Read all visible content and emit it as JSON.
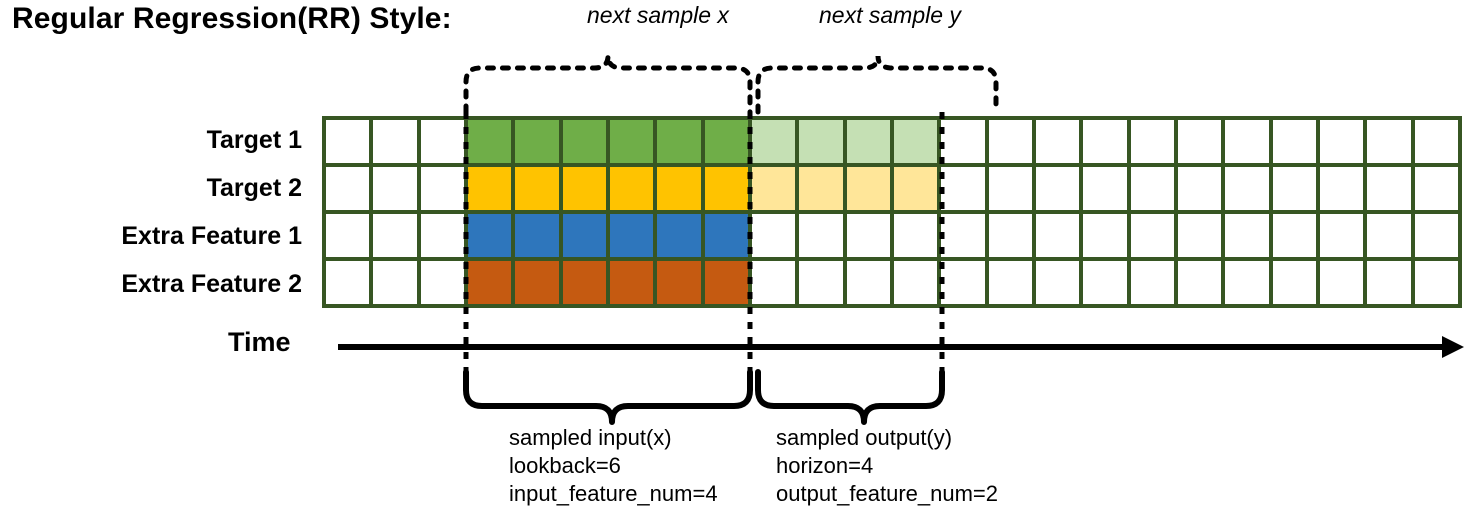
{
  "title": "Regular Regression(RR) Style:",
  "rows": [
    {
      "label": "Target 1",
      "name": "target-1"
    },
    {
      "label": "Target 2",
      "name": "target-2"
    },
    {
      "label": "Extra Feature 1",
      "name": "extra-feature-1"
    },
    {
      "label": "Extra Feature 2",
      "name": "extra-feature-2"
    }
  ],
  "axis": {
    "label": "Time"
  },
  "annotations": {
    "top": [
      {
        "text": "next sample x",
        "name": "next-sample-x"
      },
      {
        "text": "next sample y",
        "name": "next-sample-y"
      }
    ],
    "bottom": [
      {
        "name": "sampled-input",
        "line1": "sampled input(x)",
        "line2": "lookback=6",
        "line3": "input_feature_num=4"
      },
      {
        "name": "sampled-output",
        "line1": "sampled output(y)",
        "line2": "horizon=4",
        "line3": "output_feature_num=2"
      }
    ]
  },
  "colors": {
    "border": "#375623",
    "green": "#6fae48",
    "green_light": "#c5e0b4",
    "gold": "#ffc300",
    "gold_light": "#ffe699",
    "blue": "#2e76bc",
    "orange": "#c55a11",
    "empty": "#ffffff",
    "ink": "#000000"
  },
  "chart_data": {
    "type": "heatmap",
    "title": "Regular Regression(RR) Style:",
    "columns": 24,
    "rows": 4,
    "row_labels": [
      "Target 1",
      "Target 2",
      "Extra Feature 1",
      "Extra Feature 2"
    ],
    "lookback": 6,
    "horizon": 4,
    "input_feature_num": 4,
    "output_feature_num": 2,
    "input_start_col": 4,
    "input_end_col": 9,
    "output_start_col": 10,
    "output_end_col": 13,
    "cells": [
      [
        "empty",
        "empty",
        "empty",
        "green",
        "green",
        "green",
        "green",
        "green",
        "green",
        "green_light",
        "green_light",
        "green_light",
        "green_light",
        "empty",
        "empty",
        "empty",
        "empty",
        "empty",
        "empty",
        "empty",
        "empty",
        "empty",
        "empty",
        "empty"
      ],
      [
        "empty",
        "empty",
        "empty",
        "gold",
        "gold",
        "gold",
        "gold",
        "gold",
        "gold",
        "gold_light",
        "gold_light",
        "gold_light",
        "gold_light",
        "empty",
        "empty",
        "empty",
        "empty",
        "empty",
        "empty",
        "empty",
        "empty",
        "empty",
        "empty",
        "empty"
      ],
      [
        "empty",
        "empty",
        "empty",
        "blue",
        "blue",
        "blue",
        "blue",
        "blue",
        "blue",
        "empty",
        "empty",
        "empty",
        "empty",
        "empty",
        "empty",
        "empty",
        "empty",
        "empty",
        "empty",
        "empty",
        "empty",
        "empty",
        "empty",
        "empty"
      ],
      [
        "empty",
        "empty",
        "empty",
        "orange",
        "orange",
        "orange",
        "orange",
        "orange",
        "orange",
        "empty",
        "empty",
        "empty",
        "empty",
        "empty",
        "empty",
        "empty",
        "empty",
        "empty",
        "empty",
        "empty",
        "empty",
        "empty",
        "empty",
        "empty"
      ]
    ]
  }
}
